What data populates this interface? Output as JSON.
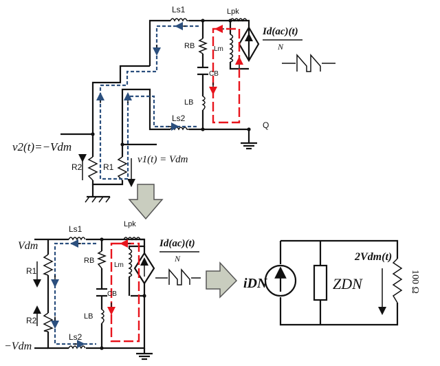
{
  "top": {
    "ls1": "Ls1",
    "lpk": "Lpk",
    "rb": "RB",
    "lm": "Lm",
    "cb": "CB",
    "lb": "LB",
    "ls2": "Ls2",
    "q": "Q",
    "r1": "R1",
    "r2": "R2",
    "v2_expr": "v2(t)=−Vdm",
    "v1_expr": "v1(t) = Vdm",
    "source_expr": "Id(ac)(t)",
    "source_den": "N"
  },
  "bottom": {
    "ls1": "Ls1",
    "lpk": "Lpk",
    "rb": "RB",
    "lm": "Lm",
    "cb": "CB",
    "lb": "LB",
    "ls2": "Ls2",
    "r1": "R1",
    "r2": "R2",
    "vdm_pos": "Vdm",
    "vdm_neg": "−Vdm",
    "source_expr": "Id(ac)(t)",
    "source_den": "N"
  },
  "equivalent": {
    "idn": "iDN",
    "zdn": "ZDN",
    "v2dm": "2Vdm(t)",
    "r100": "100 Ω"
  }
}
